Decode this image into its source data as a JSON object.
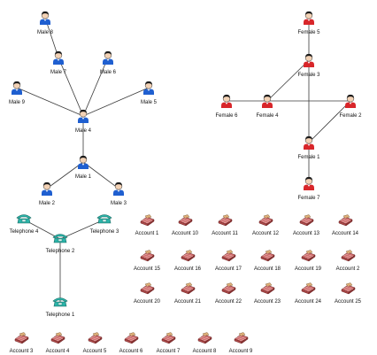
{
  "colors": {
    "male": "#1f5fd0",
    "female": "#d8262a",
    "telephone": "#2bb3a8",
    "account": "#b04a4a",
    "edge": "#3a3a3a"
  },
  "nodes": [
    {
      "id": "male8",
      "label": "Male 8",
      "kind": "male"
    },
    {
      "id": "male7",
      "label": "Male 7",
      "kind": "male"
    },
    {
      "id": "male6",
      "label": "Male 6",
      "kind": "male"
    },
    {
      "id": "male9",
      "label": "Male 9",
      "kind": "male"
    },
    {
      "id": "male5",
      "label": "Male 5",
      "kind": "male"
    },
    {
      "id": "male4",
      "label": "Male 4",
      "kind": "male"
    },
    {
      "id": "male1",
      "label": "Male 1",
      "kind": "male"
    },
    {
      "id": "male2",
      "label": "Male 2",
      "kind": "male"
    },
    {
      "id": "male3",
      "label": "Male 3",
      "kind": "male"
    },
    {
      "id": "female5",
      "label": "Female 5",
      "kind": "female"
    },
    {
      "id": "female3",
      "label": "Female 3",
      "kind": "female"
    },
    {
      "id": "female6",
      "label": "Female 6",
      "kind": "female"
    },
    {
      "id": "female4",
      "label": "Female 4",
      "kind": "female"
    },
    {
      "id": "female2",
      "label": "Female 2",
      "kind": "female"
    },
    {
      "id": "female1",
      "label": "Female 1",
      "kind": "female"
    },
    {
      "id": "female7",
      "label": "Female 7",
      "kind": "female"
    },
    {
      "id": "tel4",
      "label": "Telephone 4",
      "kind": "telephone"
    },
    {
      "id": "tel3",
      "label": "Telephone 3",
      "kind": "telephone"
    },
    {
      "id": "tel2",
      "label": "Telephone 2",
      "kind": "telephone"
    },
    {
      "id": "tel1",
      "label": "Telephone 1",
      "kind": "telephone"
    },
    {
      "id": "acc1",
      "label": "Account 1",
      "kind": "account"
    },
    {
      "id": "acc10",
      "label": "Account 10",
      "kind": "account"
    },
    {
      "id": "acc11",
      "label": "Account 11",
      "kind": "account"
    },
    {
      "id": "acc12",
      "label": "Account 12",
      "kind": "account"
    },
    {
      "id": "acc13",
      "label": "Account 13",
      "kind": "account"
    },
    {
      "id": "acc14",
      "label": "Account 14",
      "kind": "account"
    },
    {
      "id": "acc15",
      "label": "Account 15",
      "kind": "account"
    },
    {
      "id": "acc16",
      "label": "Account 16",
      "kind": "account"
    },
    {
      "id": "acc17",
      "label": "Account 17",
      "kind": "account"
    },
    {
      "id": "acc18",
      "label": "Account 18",
      "kind": "account"
    },
    {
      "id": "acc19",
      "label": "Account 19",
      "kind": "account"
    },
    {
      "id": "acc2",
      "label": "Account 2",
      "kind": "account"
    },
    {
      "id": "acc20",
      "label": "Account 20",
      "kind": "account"
    },
    {
      "id": "acc21",
      "label": "Account 21",
      "kind": "account"
    },
    {
      "id": "acc22",
      "label": "Account 22",
      "kind": "account"
    },
    {
      "id": "acc23",
      "label": "Account 23",
      "kind": "account"
    },
    {
      "id": "acc24",
      "label": "Account 24",
      "kind": "account"
    },
    {
      "id": "acc25",
      "label": "Account 25",
      "kind": "account"
    },
    {
      "id": "acc3",
      "label": "Account 3",
      "kind": "account"
    },
    {
      "id": "acc4",
      "label": "Account 4",
      "kind": "account"
    },
    {
      "id": "acc5",
      "label": "Account 5",
      "kind": "account"
    },
    {
      "id": "acc6",
      "label": "Account 6",
      "kind": "account"
    },
    {
      "id": "acc7",
      "label": "Account 7",
      "kind": "account"
    },
    {
      "id": "acc8",
      "label": "Account 8",
      "kind": "account"
    },
    {
      "id": "acc9",
      "label": "Account 9",
      "kind": "account"
    }
  ],
  "edges": [
    [
      "male8",
      "male7"
    ],
    [
      "male7",
      "male4"
    ],
    [
      "male6",
      "male4"
    ],
    [
      "male9",
      "male4"
    ],
    [
      "male5",
      "male4"
    ],
    [
      "male4",
      "male1"
    ],
    [
      "male1",
      "male2"
    ],
    [
      "male1",
      "male3"
    ],
    [
      "female5",
      "female3"
    ],
    [
      "female3",
      "female4"
    ],
    [
      "female4",
      "female6"
    ],
    [
      "female4",
      "female2"
    ],
    [
      "female3",
      "female1"
    ],
    [
      "female1",
      "female2"
    ],
    [
      "female1",
      "female7"
    ],
    [
      "tel4",
      "tel2"
    ],
    [
      "tel3",
      "tel2"
    ],
    [
      "tel2",
      "tel1"
    ]
  ]
}
